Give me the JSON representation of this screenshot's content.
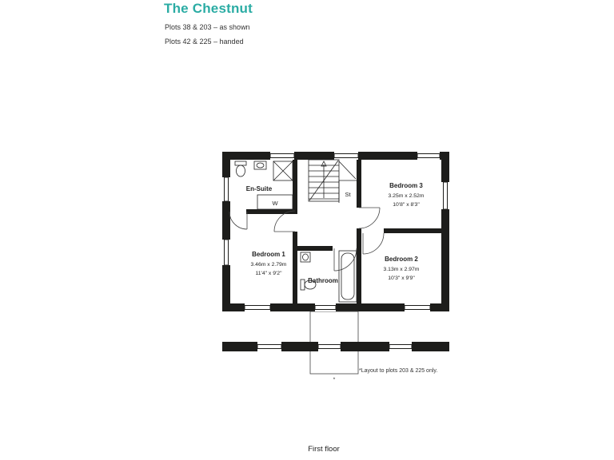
{
  "header": {
    "title": "The Chestnut",
    "plots_line1": "Plots 38 & 203 – as shown",
    "plots_line2": "Plots 42 & 225 – handed"
  },
  "rooms": {
    "ensuite": {
      "name": "En-Suite"
    },
    "wardrobe": {
      "label": "W"
    },
    "store": {
      "label": "St"
    },
    "bedroom1": {
      "name": "Bedroom 1",
      "metric": "3.46m x 2.79m",
      "imperial": "11'4\" x 9'2\""
    },
    "bedroom2": {
      "name": "Bedroom 2",
      "metric": "3.13m x 2.97m",
      "imperial": "10'3\" x 9'9\""
    },
    "bedroom3": {
      "name": "Bedroom 3",
      "metric": "3.25m x 2.52m",
      "imperial": "10'8\" x 8'3\""
    },
    "bathroom": {
      "name": "Bathroom"
    }
  },
  "notes": {
    "footnote": "*Layout to plots 203 & 225 only.",
    "marker": "*"
  },
  "footer": {
    "caption": "First floor"
  },
  "colors": {
    "accent": "#2BACA4",
    "ink": "#232323",
    "wall": "#1D1D1B"
  }
}
